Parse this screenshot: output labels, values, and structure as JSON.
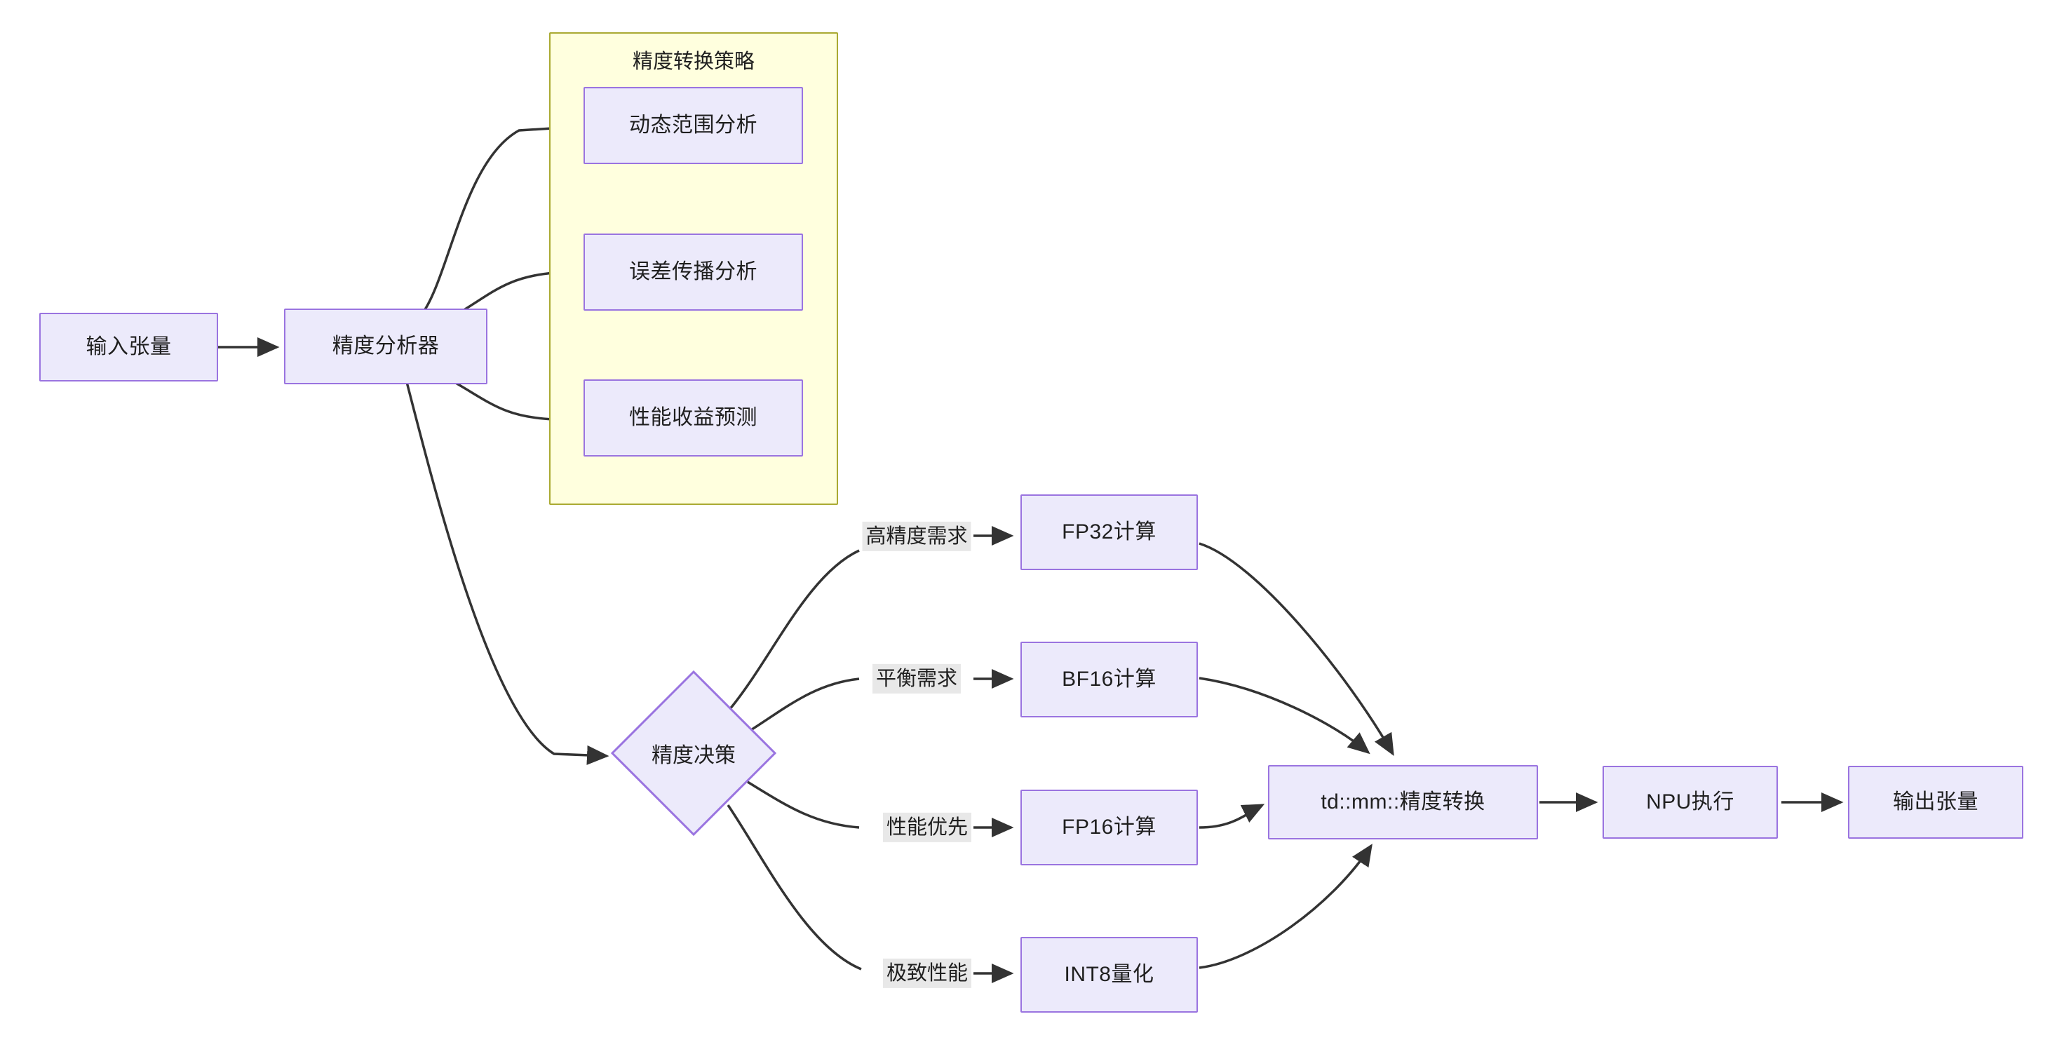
{
  "diagram": {
    "type": "flowchart",
    "direction": "left-to-right",
    "title": "",
    "colors": {
      "node_fill": "#ECEAFB",
      "node_stroke": "#9A74E0",
      "subgraph_fill": "#FFFFDE",
      "subgraph_stroke": "#AAAA33",
      "edge_stroke": "#333333",
      "edge_label_bg": "#E8E8E8",
      "text": "#1f1f1f",
      "background": "#FFFFFF"
    }
  },
  "nodes": {
    "input_tensor": {
      "label": "输入张量",
      "shape": "rect"
    },
    "precision_analyzer": {
      "label": "精度分析器",
      "shape": "rect"
    },
    "dynamic_range": {
      "label": "动态范围分析",
      "shape": "rect"
    },
    "error_propagation": {
      "label": "误差传播分析",
      "shape": "rect"
    },
    "perf_gain_prediction": {
      "label": "性能收益预测",
      "shape": "rect"
    },
    "precision_decision": {
      "label": "精度决策",
      "shape": "diamond"
    },
    "fp32_compute": {
      "label": "FP32计算",
      "shape": "rect"
    },
    "bf16_compute": {
      "label": "BF16计算",
      "shape": "rect"
    },
    "fp16_compute": {
      "label": "FP16计算",
      "shape": "rect"
    },
    "int8_quant": {
      "label": "INT8量化",
      "shape": "rect"
    },
    "precision_convert": {
      "label": "td::mm::精度转换",
      "shape": "rect"
    },
    "npu_execute": {
      "label": "NPU执行",
      "shape": "rect"
    },
    "output_tensor": {
      "label": "输出张量",
      "shape": "rect"
    }
  },
  "subgraph": {
    "title": "精度转换策略",
    "members": [
      "dynamic_range",
      "error_propagation",
      "perf_gain_prediction"
    ]
  },
  "edge_labels": {
    "high_precision": "高精度需求",
    "balanced": "平衡需求",
    "performance_first": "性能优先",
    "extreme_performance": "极致性能"
  },
  "edges": [
    {
      "from": "input_tensor",
      "to": "precision_analyzer",
      "label": ""
    },
    {
      "from": "precision_analyzer",
      "to": "dynamic_range",
      "label": ""
    },
    {
      "from": "precision_analyzer",
      "to": "error_propagation",
      "label": ""
    },
    {
      "from": "precision_analyzer",
      "to": "perf_gain_prediction",
      "label": ""
    },
    {
      "from": "precision_analyzer",
      "to": "precision_decision",
      "label": ""
    },
    {
      "from": "precision_decision",
      "to": "fp32_compute",
      "label": "高精度需求"
    },
    {
      "from": "precision_decision",
      "to": "bf16_compute",
      "label": "平衡需求"
    },
    {
      "from": "precision_decision",
      "to": "fp16_compute",
      "label": "性能优先"
    },
    {
      "from": "precision_decision",
      "to": "int8_quant",
      "label": "极致性能"
    },
    {
      "from": "fp32_compute",
      "to": "precision_convert",
      "label": ""
    },
    {
      "from": "bf16_compute",
      "to": "precision_convert",
      "label": ""
    },
    {
      "from": "fp16_compute",
      "to": "precision_convert",
      "label": ""
    },
    {
      "from": "int8_quant",
      "to": "precision_convert",
      "label": ""
    },
    {
      "from": "precision_convert",
      "to": "npu_execute",
      "label": ""
    },
    {
      "from": "npu_execute",
      "to": "output_tensor",
      "label": ""
    }
  ]
}
